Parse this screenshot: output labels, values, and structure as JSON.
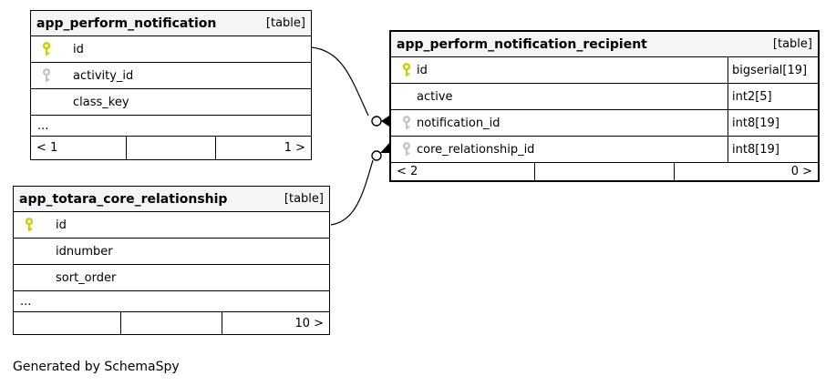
{
  "title": "SchemaSpy relationship diagram",
  "generated_by": "Generated by SchemaSpy",
  "colors": {
    "header_bg": "#f5f5f5",
    "border": "#000000",
    "primary_key": "#cccc00",
    "foreign_key": "#c4c4c4",
    "background": "#ffffff"
  },
  "tables": [
    {
      "name": "app_perform_notification",
      "tag": "[table]",
      "columns": [
        {
          "name": "id",
          "key": "primary",
          "type": ""
        },
        {
          "name": "activity_id",
          "key": "foreign",
          "type": ""
        },
        {
          "name": "class_key",
          "key": "none",
          "type": ""
        }
      ],
      "ellipsis": "...",
      "footer": {
        "left": "< 1",
        "middle": "",
        "right": "1 >"
      }
    },
    {
      "name": "app_perform_notification_recipient",
      "tag": "[table]",
      "columns": [
        {
          "name": "id",
          "key": "primary",
          "type": "bigserial[19]"
        },
        {
          "name": "active",
          "key": "none",
          "type": "int2[5]"
        },
        {
          "name": "notification_id",
          "key": "foreign",
          "type": "int8[19]"
        },
        {
          "name": "core_relationship_id",
          "key": "foreign",
          "type": "int8[19]"
        }
      ],
      "footer": {
        "left": "< 2",
        "middle": "",
        "right": "0 >"
      }
    },
    {
      "name": "app_totara_core_relationship",
      "tag": "[table]",
      "columns": [
        {
          "name": "id",
          "key": "primary",
          "type": ""
        },
        {
          "name": "idnumber",
          "key": "none",
          "type": ""
        },
        {
          "name": "sort_order",
          "key": "none",
          "type": ""
        }
      ],
      "ellipsis": "...",
      "footer": {
        "left": "",
        "middle": "",
        "right": "10 >"
      }
    }
  ],
  "relationships": [
    {
      "from": "app_perform_notification.id",
      "to": "app_perform_notification_recipient.notification_id"
    },
    {
      "from": "app_totara_core_relationship.id",
      "to": "app_perform_notification_recipient.core_relationship_id"
    }
  ]
}
